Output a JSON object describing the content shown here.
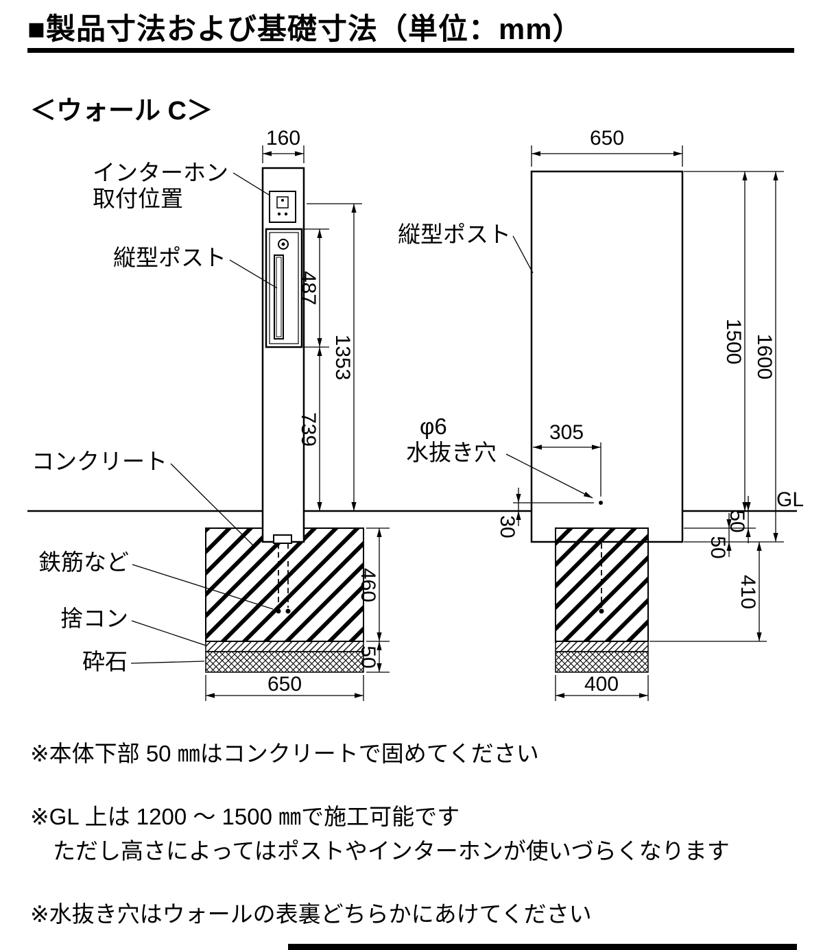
{
  "header": {
    "title": "■製品寸法および基礎寸法（単位：mm）"
  },
  "model": {
    "name": "＜ウォール C＞"
  },
  "front_view": {
    "labels": {
      "intercom_line1": "インターホン",
      "intercom_line2": "取付位置",
      "post": "縦型ポスト",
      "concrete": "コンクリート",
      "rebar": "鉄筋など",
      "lean_concrete": "捨コン",
      "crushed_stone": "砕石"
    },
    "dims": {
      "body_width": "160",
      "post_box_height": "487",
      "intercom_height": "1353",
      "post_box_to_gl": "739",
      "footing_depth": "460",
      "base_layers": "50",
      "footing_width": "650"
    }
  },
  "side_view": {
    "labels": {
      "post": "縦型ポスト",
      "drain_dia": "φ6",
      "drain_hole": "水抜き穴",
      "ground_line": "GL"
    },
    "dims": {
      "body_width": "650",
      "height_above_gl": "1500",
      "total_height": "1600",
      "drain_from_edge": "305",
      "drain_above_gl": "30",
      "gl_to_footing_top": "50",
      "embed_in_concrete": "50",
      "footing_below_body": "410",
      "footing_width": "400"
    }
  },
  "notes": [
    "※本体下部 50 ㎜はコンクリートで固めてください",
    "※GL 上は 1200 ～ 1500 ㎜で施工可能です",
    "　ただし高さによってはポストやインターホンが使いづらくなります",
    "※水抜き穴はウォールの表裏どちらかにあけてください"
  ]
}
